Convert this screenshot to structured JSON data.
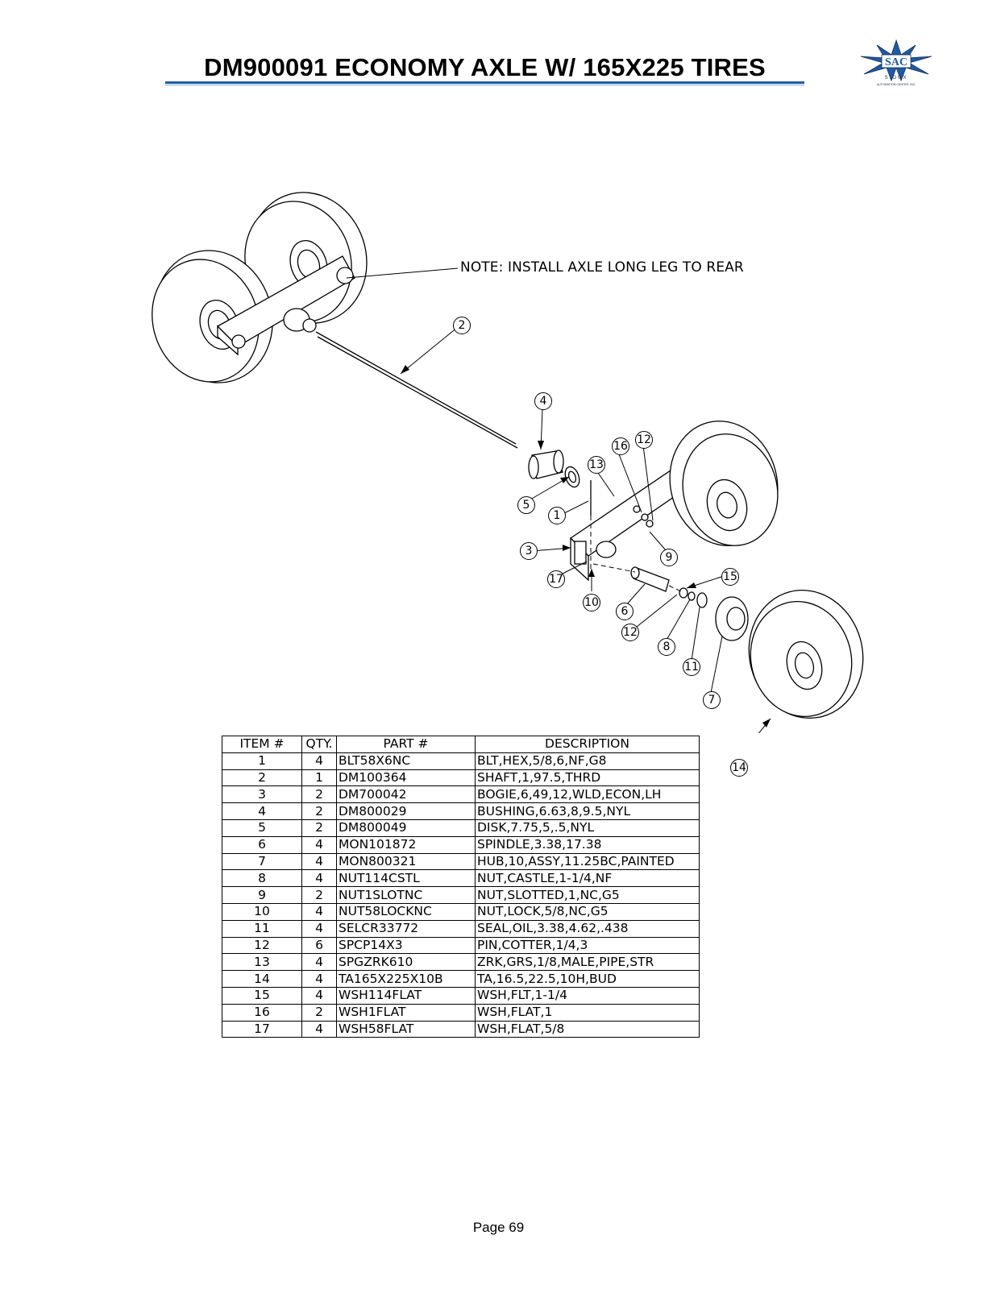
{
  "header": {
    "title": "DM900091 ECONOMY AXLE W/ 165X225 TIRES",
    "logo_text": "SAC",
    "logo_subtext": "SIOUX",
    "logo_tagline": "AUTOMATION CENTER, INC.",
    "logo_color": "#1f5aa6"
  },
  "drawing": {
    "note": "NOTE: INSTALL AXLE LONG LEG TO REAR",
    "balloons": [
      "1",
      "2",
      "3",
      "4",
      "5",
      "6",
      "7",
      "8",
      "9",
      "10",
      "11",
      "12",
      "12",
      "13",
      "14",
      "15",
      "16",
      "17"
    ]
  },
  "bom": {
    "headers": [
      "ITEM #",
      "QTY.",
      "PART #",
      "DESCRIPTION"
    ],
    "rows": [
      [
        "1",
        "4",
        "BLT58X6NC",
        "BLT,HEX,5/8,6,NF,G8"
      ],
      [
        "2",
        "1",
        "DM100364",
        "SHAFT,1,97.5,THRD"
      ],
      [
        "3",
        "2",
        "DM700042",
        "BOGIE,6,49,12,WLD,ECON,LH"
      ],
      [
        "4",
        "2",
        "DM800029",
        "BUSHING,6.63,8,9.5,NYL"
      ],
      [
        "5",
        "2",
        "DM800049",
        "DISK,7.75,5,.5,NYL"
      ],
      [
        "6",
        "4",
        "MON101872",
        "SPINDLE,3.38,17.38"
      ],
      [
        "7",
        "4",
        "MON800321",
        "HUB,10,ASSY,11.25BC,PAINTED"
      ],
      [
        "8",
        "4",
        "NUT114CSTL",
        "NUT,CASTLE,1-1/4,NF"
      ],
      [
        "9",
        "2",
        "NUT1SLOTNC",
        "NUT,SLOTTED,1,NC,G5"
      ],
      [
        "10",
        "4",
        "NUT58LOCKNC",
        "NUT,LOCK,5/8,NC,G5"
      ],
      [
        "11",
        "4",
        "SELCR33772",
        "SEAL,OIL,3.38,4.62,.438"
      ],
      [
        "12",
        "6",
        "SPCP14X3",
        "PIN,COTTER,1/4,3"
      ],
      [
        "13",
        "4",
        "SPGZRK610",
        "ZRK,GRS,1/8,MALE,PIPE,STR"
      ],
      [
        "14",
        "4",
        "TA165X225X10B",
        "TA,16.5,22.5,10H,BUD"
      ],
      [
        "15",
        "4",
        "WSH114FLAT",
        "WSH,FLT,1-1/4"
      ],
      [
        "16",
        "2",
        "WSH1FLAT",
        "WSH,FLAT,1"
      ],
      [
        "17",
        "4",
        "WSH58FLAT",
        "WSH,FLAT,5/8"
      ]
    ]
  },
  "footer": {
    "page": "Page 69"
  }
}
